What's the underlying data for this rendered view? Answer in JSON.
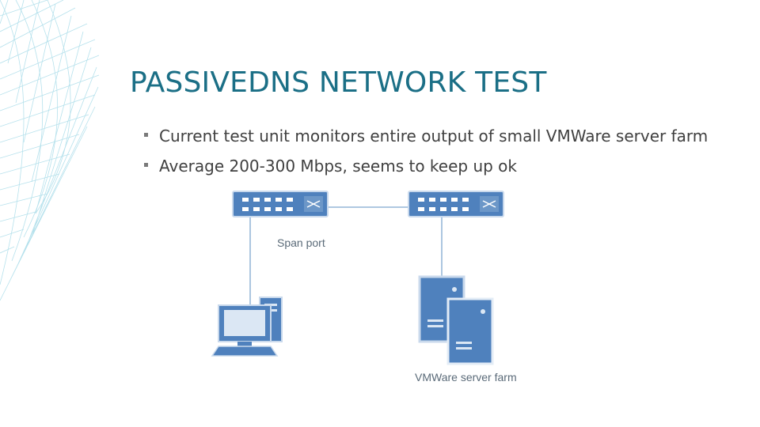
{
  "slide": {
    "title": "PASSIVEDNS NETWORK TEST",
    "bullets": [
      "Current test unit monitors entire output of small VMWare server farm",
      "Average 200-300 Mbps, seems to keep up ok"
    ]
  },
  "diagram": {
    "labels": {
      "span_port": "Span port",
      "server_farm": "VMWare server farm"
    },
    "icons": [
      "network-switch-icon",
      "network-switch-icon",
      "desktop-computer-icon",
      "server-icon",
      "server-icon"
    ]
  },
  "colors": {
    "title": "#1b6f86",
    "text": "#404040",
    "device_fill": "#4f81bd",
    "device_light": "#dbe7f4",
    "line": "#7fa7cf"
  }
}
